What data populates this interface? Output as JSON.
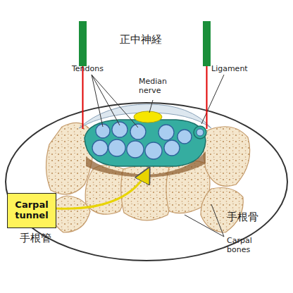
{
  "diagram": {
    "nodes": [
      {
        "text": [
          "Carpal tunnel"
        ]
      }
    ],
    "labels": [
      "正中神経",
      "Tendons",
      "Median nerve",
      "Ligament",
      "手根管",
      "手根骨",
      "Carpal bones"
    ]
  }
}
